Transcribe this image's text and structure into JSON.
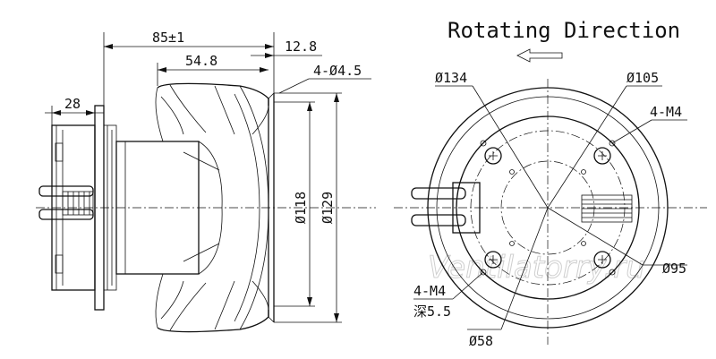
{
  "title": "Rotating Direction",
  "side_view": {
    "overall_length": "85±1",
    "impeller_length": "54.8",
    "flange_offset": "12.8",
    "mount_holes": "4-Ø4.5",
    "bracket_width": "28",
    "inner_diameter": "Ø118",
    "outer_diameter": "Ø129"
  },
  "front_view": {
    "outer_diameter": "Ø134",
    "pitch_diameter": "Ø105",
    "thread_holes_right": "4-M4",
    "thread_holes_left": "4-M4",
    "thread_depth": "深5.5",
    "hub_diameter": "Ø58",
    "body_diameter": "Ø95"
  },
  "watermark": "Ventilatorry.ru"
}
